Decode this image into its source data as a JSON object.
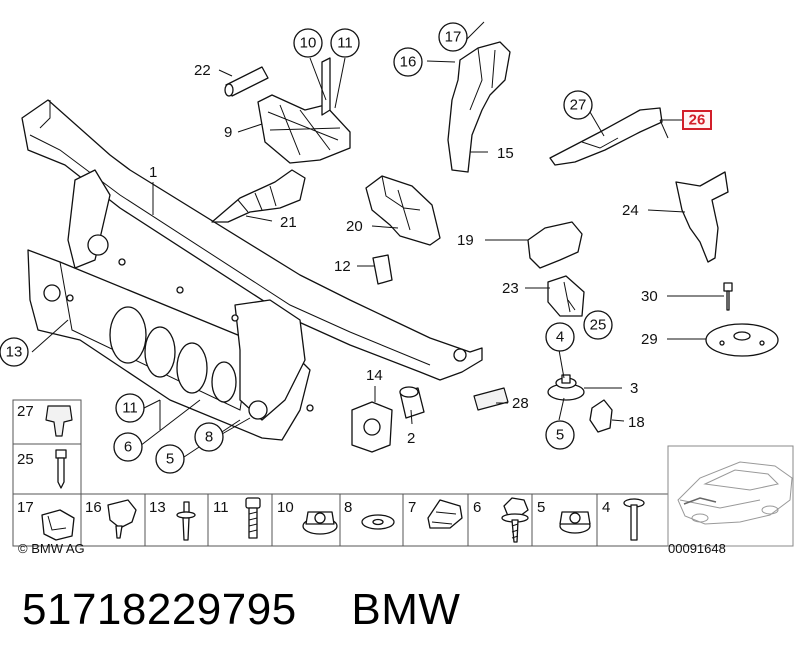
{
  "diagram": {
    "callouts": [
      "1",
      "2",
      "3",
      "4",
      "5",
      "6",
      "8",
      "9",
      "10",
      "11",
      "12",
      "13",
      "14",
      "15",
      "16",
      "17",
      "18",
      "19",
      "20",
      "21",
      "22",
      "23",
      "24",
      "25",
      "26",
      "27",
      "28",
      "29",
      "30"
    ],
    "highlight_color": "#d21f2a",
    "highlighted_callout": "26",
    "legend_numbers": [
      "27",
      "25",
      "17",
      "16",
      "13",
      "11",
      "10",
      "8",
      "7",
      "6",
      "5",
      "4"
    ],
    "copyright": "© BMW AG",
    "diagram_code": "00091648"
  },
  "footer": {
    "part_number": "51718229795",
    "brand": "BMW"
  }
}
